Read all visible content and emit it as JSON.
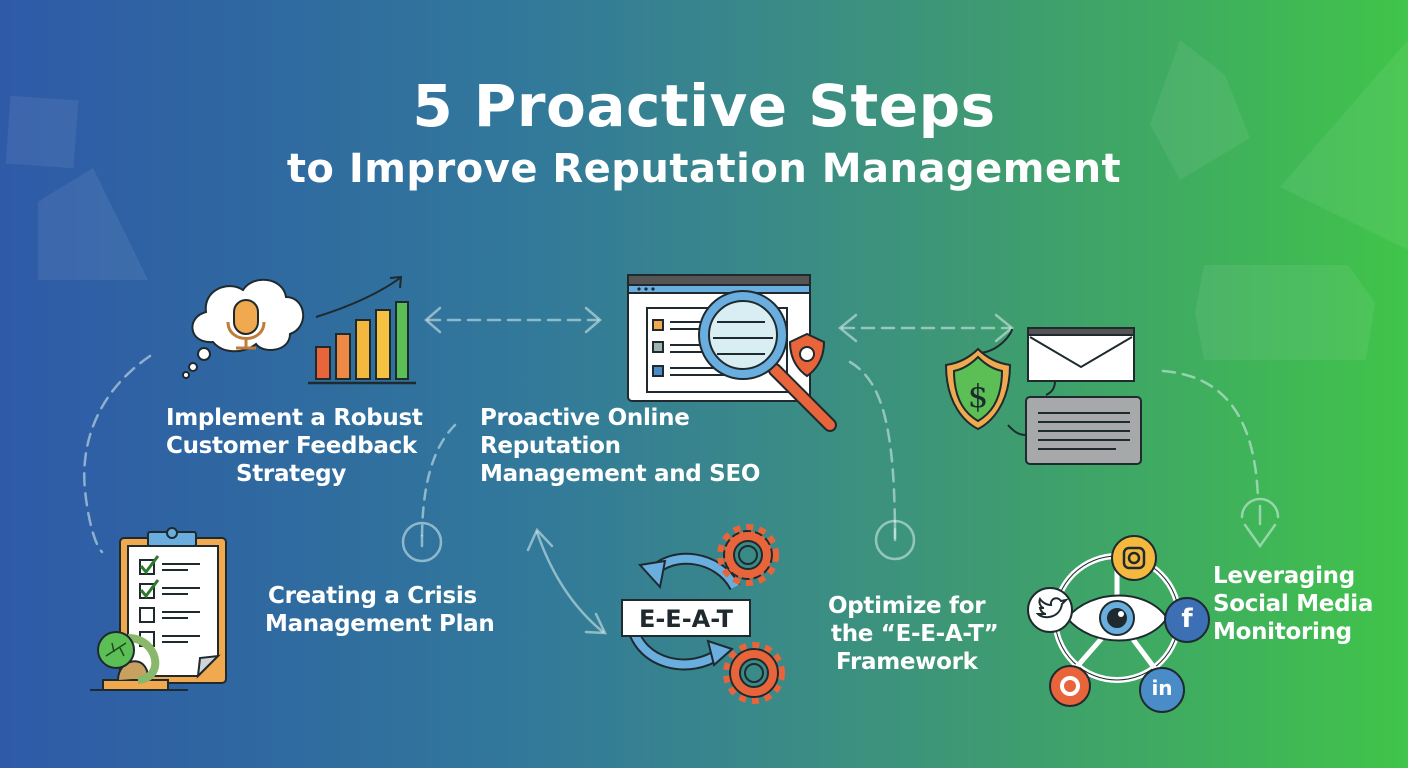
{
  "header": {
    "title": "5 Proactive Steps",
    "subtitle": "to Improve Reputation Management"
  },
  "steps": [
    {
      "id": 1,
      "icon": "microphone-thought-bubble-and-growth-chart-icon",
      "lines": [
        "Implement a Robust",
        "Customer Feedback",
        "Strategy"
      ]
    },
    {
      "id": 2,
      "icon": "browser-magnifier-shield-icon",
      "lines": [
        "Proactive Online",
        "Reputation",
        "Management and SEO"
      ]
    },
    {
      "id": 3,
      "icon": "shield-dollar-email-message-icon",
      "lines": []
    },
    {
      "id": 4,
      "icon": "clipboard-checklist-icon",
      "lines": [
        "Creating a Crisis",
        "Management Plan"
      ]
    },
    {
      "id": 5,
      "icon": "eeat-cycle-gears-icon",
      "badge": "E-E-A-T",
      "lines": [
        "Optimize for",
        "the “E-E-A-T”",
        "Framework"
      ]
    },
    {
      "id": 6,
      "icon": "social-media-eye-network-icon",
      "lines": [
        "Leveraging",
        "Social Media",
        "Monitoring"
      ]
    }
  ],
  "social_icons": [
    "instagram",
    "twitter",
    "facebook",
    "linkedin",
    "other"
  ],
  "social_glyphs": {
    "facebook": "f",
    "linkedin": "in"
  },
  "colors": {
    "bg_left": "#2f5aa8",
    "bg_right": "#40c449",
    "orange": "#e8643a",
    "amber": "#f0a94e",
    "yellow": "#f5c242",
    "green": "#5cbf55",
    "blue_light": "#6aaee0",
    "text": "#ffffff"
  }
}
